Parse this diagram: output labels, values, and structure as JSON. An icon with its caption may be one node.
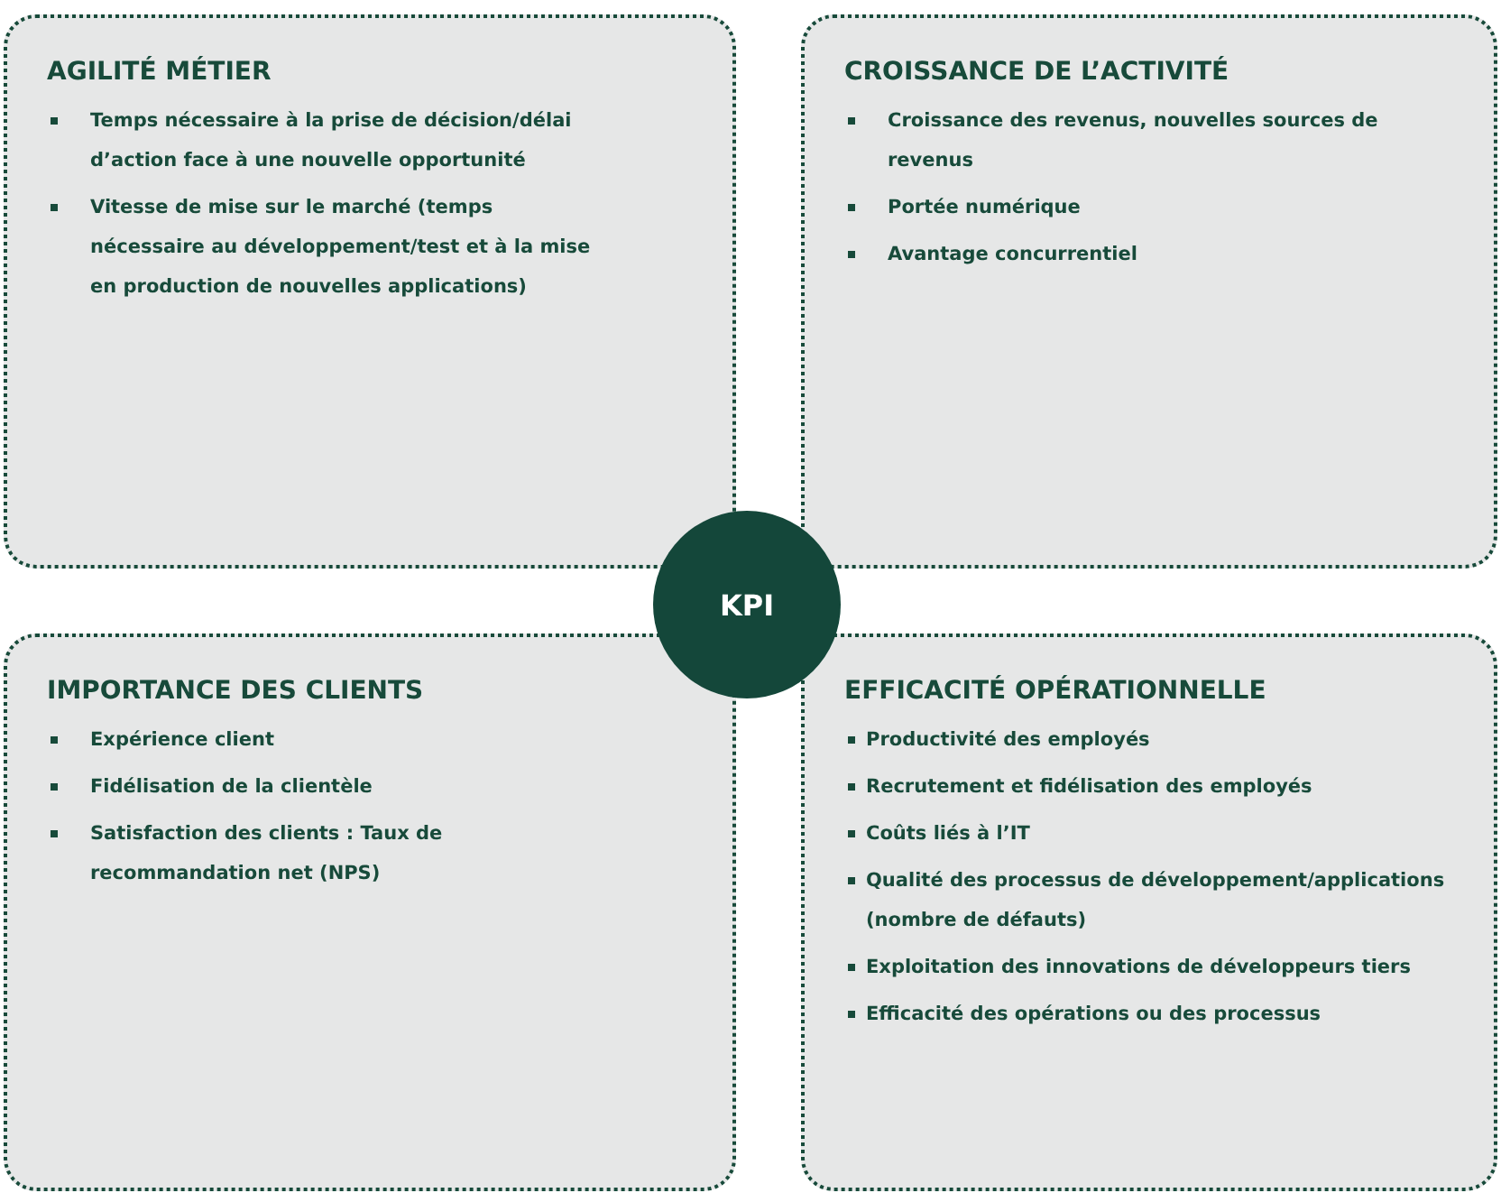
{
  "diagram": {
    "nodes": [
      {
        "text": [
          "AGILITÉ MÉTIER",
          "Temps nécessaire à la prise de décision/délai d’action face à une nouvelle opportunité",
          "Vitesse de mise sur le marché (temps nécessaire au développement/test et à la mise en production de nouvelles applications)"
        ]
      },
      {
        "text": [
          "CROISSANCE DE L’ACTIVITÉ",
          "Croissance des revenus, nouvelles sources de revenus",
          "Portée numérique",
          "Avantage concurrentiel"
        ]
      },
      {
        "text": [
          "IMPORTANCE DES CLIENTS",
          "Expérience client",
          "Fidélisation de la clientèle",
          "Satisfaction des clients : Taux de recommandation net (NPS)"
        ]
      },
      {
        "text": [
          "EFFICACITÉ OPÉRATIONNELLE",
          "Productivité des employés",
          "Recrutement et fidélisation des employés",
          "Coûts liés à l’IT",
          "Qualité des processus de développement/applications (nombre de défauts)",
          "Exploitation des innovations de développeurs tiers",
          "Efficacité des opérations ou des processus"
        ]
      },
      {
        "text": [
          "KPI"
        ]
      }
    ]
  }
}
